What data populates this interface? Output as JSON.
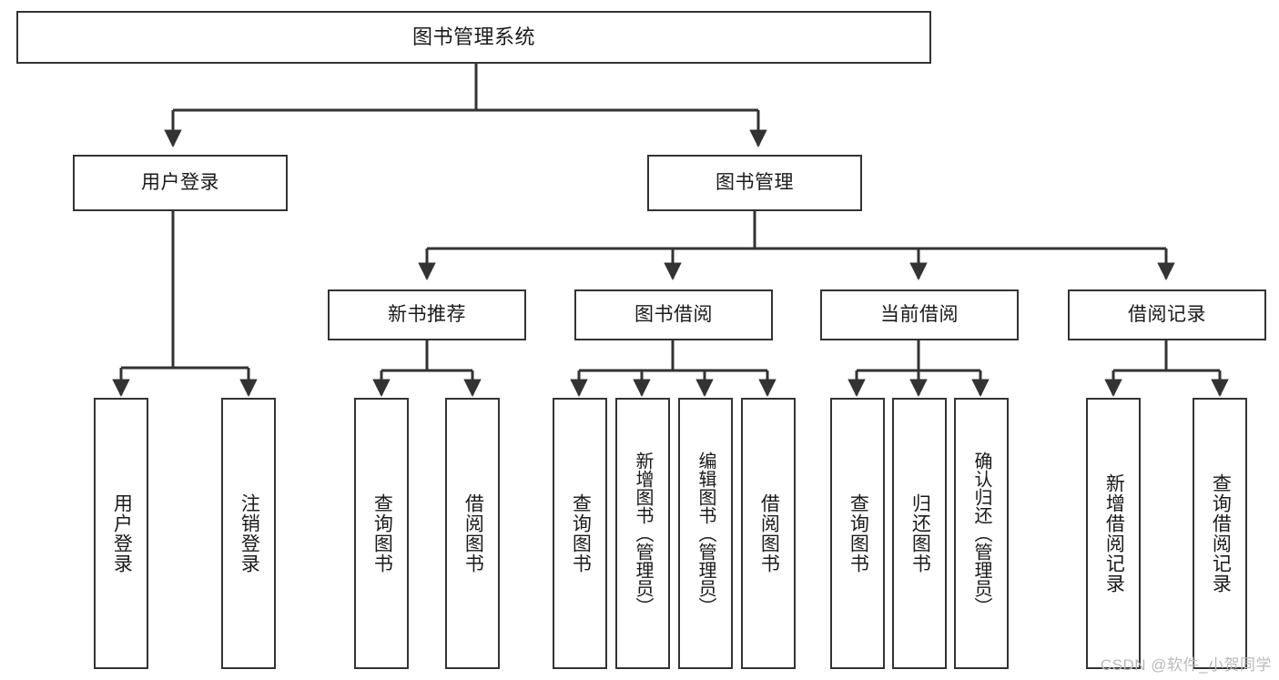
{
  "diagram": {
    "title": "图书管理系统",
    "type": "tree-hierarchy",
    "orientation": "top-down",
    "line_color": "#333333",
    "box_fill": "#ffffff",
    "text_color": "#1a1a1a"
  },
  "watermark": {
    "text": "CSDN @软件_小贺同学",
    "color": "#b9b9b9"
  },
  "nodes": {
    "root": {
      "label": "图书管理系统"
    },
    "level2": [
      {
        "label": "用户登录"
      },
      {
        "label": "图书管理"
      }
    ],
    "level3": [
      {
        "label": "新书推荐"
      },
      {
        "label": "图书借阅"
      },
      {
        "label": "当前借阅"
      },
      {
        "label": "借阅记录"
      }
    ],
    "leaves_user_login": [
      {
        "label": "用户登录"
      },
      {
        "label": "注销登录"
      }
    ],
    "leaves_new_books": [
      {
        "label": "查询图书"
      },
      {
        "label": "借阅图书"
      }
    ],
    "leaves_borrow": [
      {
        "label": "查询图书"
      },
      {
        "label": "新增图书（管理员）"
      },
      {
        "label": "编辑图书（管理员）"
      },
      {
        "label": "借阅图书"
      }
    ],
    "leaves_current": [
      {
        "label": "查询图书"
      },
      {
        "label": "归还图书"
      },
      {
        "label": "确认归还（管理员）"
      }
    ],
    "leaves_records": [
      {
        "label": "新增借阅记录"
      },
      {
        "label": "查询借阅记录"
      }
    ]
  }
}
